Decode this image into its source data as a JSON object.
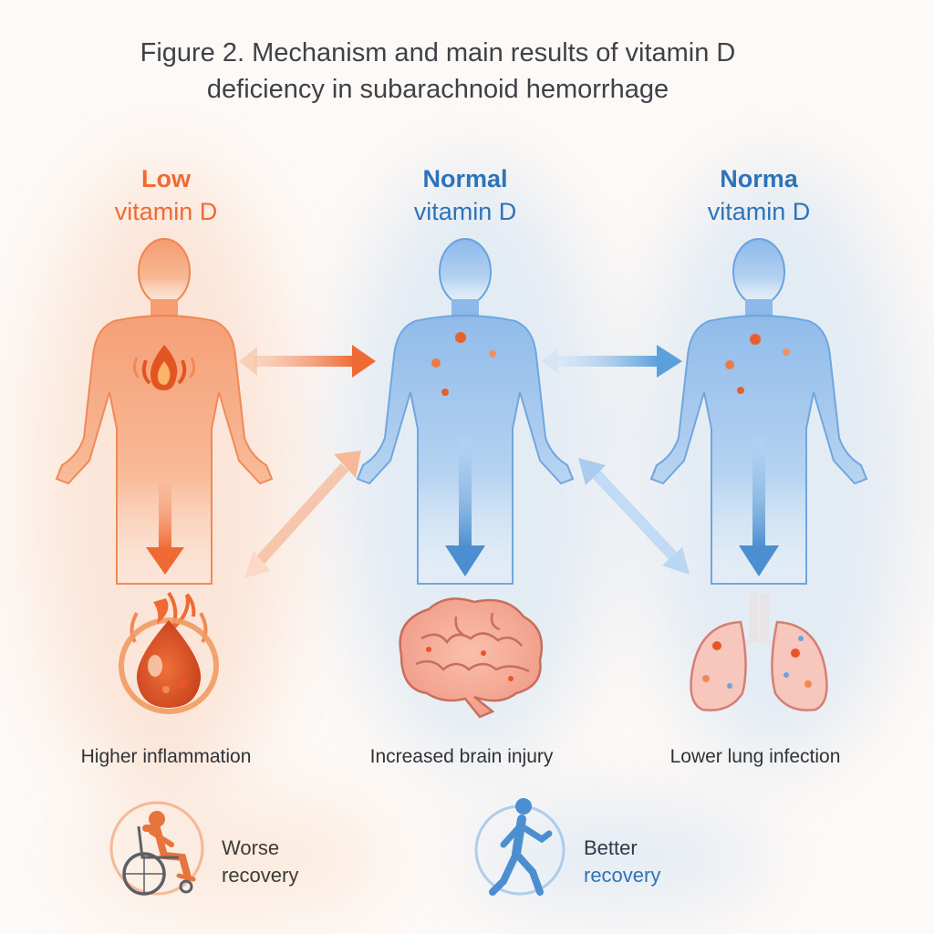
{
  "title": {
    "line1": "Figure 2. Mechanism and main results of vitamin D",
    "line2": "deficiency in subarachnoid hemorrhage"
  },
  "columns": [
    {
      "line1": "Low",
      "line2": "vitamin D",
      "color": "#ef6a33"
    },
    {
      "line1": "Normal",
      "line2": "vitamin D",
      "color": "#2e73b8"
    },
    {
      "line1": "Norma",
      "line2": "vitamin D",
      "color": "#2e73b8"
    }
  ],
  "outcomes": [
    {
      "label": "Higher inflammation",
      "icon": "inflammation-drop-icon"
    },
    {
      "label": "Increased brain injury",
      "icon": "brain-icon"
    },
    {
      "label": "Lower lung infection",
      "icon": "lungs-icon"
    }
  ],
  "recovery": [
    {
      "line1": "Worse",
      "line2": "recovery",
      "icon": "wheelchair-icon",
      "color": "#c05a25"
    },
    {
      "line1": "Better",
      "line2": "recovery",
      "icon": "walking-person-icon",
      "color": "#2e73b8"
    }
  ],
  "colors": {
    "orange": "#ef6a33",
    "blue": "#2e73b8",
    "light_blue": "#5b9fdc",
    "body_orange": "#f4a27a",
    "body_blue": "#8fbbe8"
  }
}
